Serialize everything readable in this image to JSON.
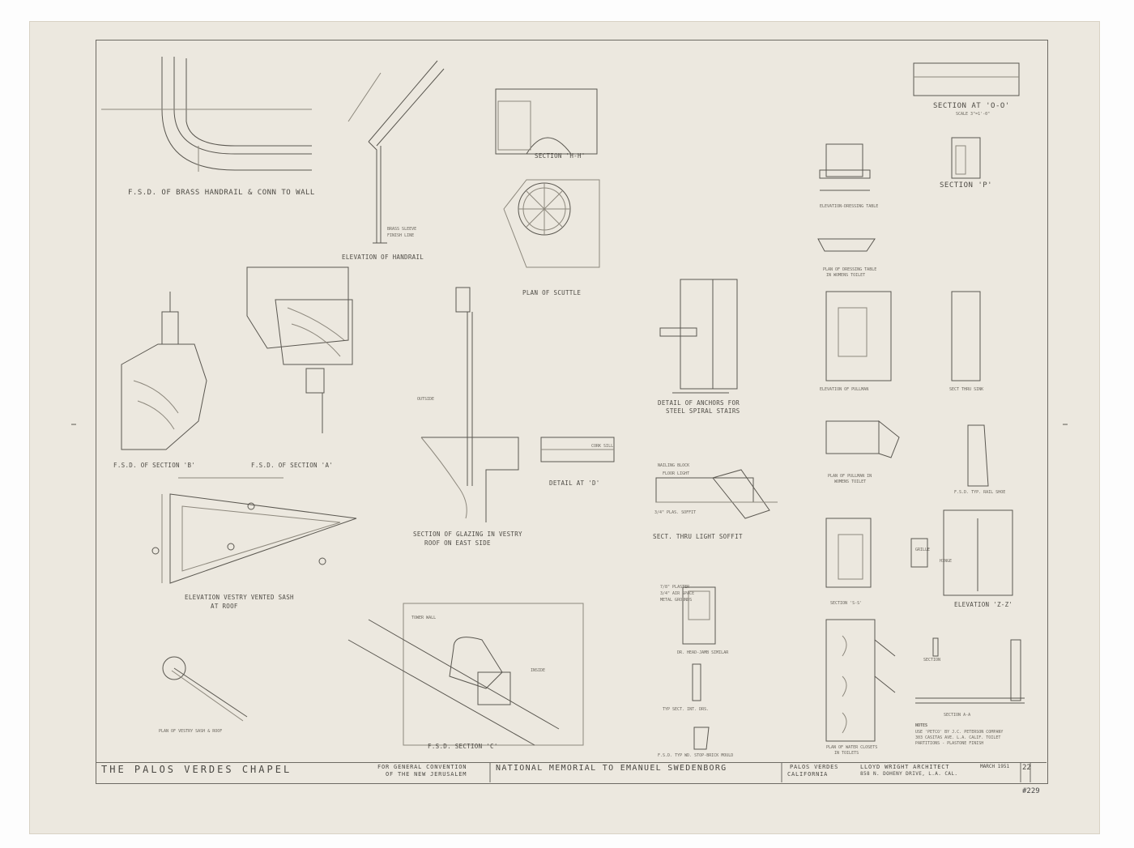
{
  "titleblock": {
    "project": "THE PALOS VERDES CHAPEL",
    "client_line1": "FOR GENERAL CONVENTION",
    "client_line2": "OF THE NEW JERUSALEM",
    "memorial": "NATIONAL MEMORIAL TO EMANUEL SWEDENBORG",
    "location_line1": "PALOS VERDES",
    "location_line2": "CALIFORNIA",
    "architect_line1": "LLOYD WRIGHT ARCHITECT",
    "architect_line2": "858 N. DOHENY DRIVE, L.A. CAL.",
    "date": "MARCH 1951",
    "sheet": "22",
    "drawing_number": "#229"
  },
  "details": {
    "handrail_fsd": "F.S.D. OF BRASS HANDRAIL & CONN TO WALL",
    "elev_handrail": "ELEVATION OF HANDRAIL",
    "section_hh": "SECTION 'H-H'",
    "plan_scuttle": "PLAN OF SCUTTLE",
    "section_oo": "SECTION AT 'O-O'",
    "section_oo_scale": "SCALE 3\"=1'-0\"",
    "section_p": "SECTION 'P'",
    "elev_dressing": "ELEVATION-DRESSING TABLE",
    "plan_dressing": "PLAN OF DRESSING TABLE",
    "plan_dressing_sub": "IN WOMENS TOILET",
    "fsd_b": "F.S.D. OF SECTION 'B'",
    "fsd_a": "F.S.D. OF SECTION 'A'",
    "glazing_1": "SECTION OF GLAZING IN VESTRY",
    "glazing_2": "ROOF ON EAST SIDE",
    "detail_d": "DETAIL AT 'D'",
    "anchors_1": "DETAIL OF ANCHORS FOR",
    "anchors_2": "STEEL SPIRAL STAIRS",
    "elev_pullman": "ELEVATION OF PULLMAN",
    "sect_sink": "SECT THRU SINK",
    "plan_pullman_1": "PLAN OF PULLMAN IN",
    "plan_pullman_2": "WOMENS TOILET",
    "fsd_rail": "F.S.D. TYP. RAIL SHOE",
    "elev_sash_1": "ELEVATION VESTRY VENTED SASH",
    "elev_sash_2": "AT ROOF",
    "sect_soffit": "SECT. THRU LIGHT SOFFIT",
    "section_ss": "SECTION 'S-S'",
    "elevation_zz": "ELEVATION 'Z-Z'",
    "plan_vestry": "PLAN OF VESTRY SASH & ROOF",
    "fsd_c": "F.S.D. SECTION 'C'",
    "head_jamb": "DR. HEAD-JAMB SIMILAR",
    "typ_sect": "TYP SECT. INT. DRS.",
    "fsd_stop": "F.S.D. TYP WD. STOP-BRICK MOULD",
    "plan_wc_1": "PLAN OF WATER CLOSETS",
    "plan_wc_2": "IN TOILETS",
    "section_word": "SECTION",
    "section_aa": "SECTION A-A",
    "notes_title": "NOTES",
    "notes_1": "USE 'PETCO' BY J.C. PETERSON COMPANY",
    "notes_2": "303 CASITAS AVE. L.A. CALIF. TOILET",
    "notes_3": "PARTITIONS - PLASTONE FINISH"
  },
  "small_notes": {
    "plaster": "7/8\" PLASTER",
    "air_space": "3/4\" AIR SPACE",
    "metal_grounds": "METAL GROUNDS",
    "floor_light": "FLOOR LIGHT",
    "nailing_block": "NAILING BLOCK",
    "soffit": "3/4\" PLAS. SOFFIT",
    "brass_sleeve": "BRASS SLEEVE",
    "finish_line": "FINISH LINE",
    "outside": "OUTSIDE",
    "inside": "INSIDE",
    "tower_wall": "TOWER WALL",
    "cork_sill": "CORK SILL",
    "hinge": "HINGE",
    "grille": "GRILLE"
  },
  "colors": {
    "paper": "#ece8df",
    "line": "#5a5750",
    "faint": "#8d887d"
  }
}
